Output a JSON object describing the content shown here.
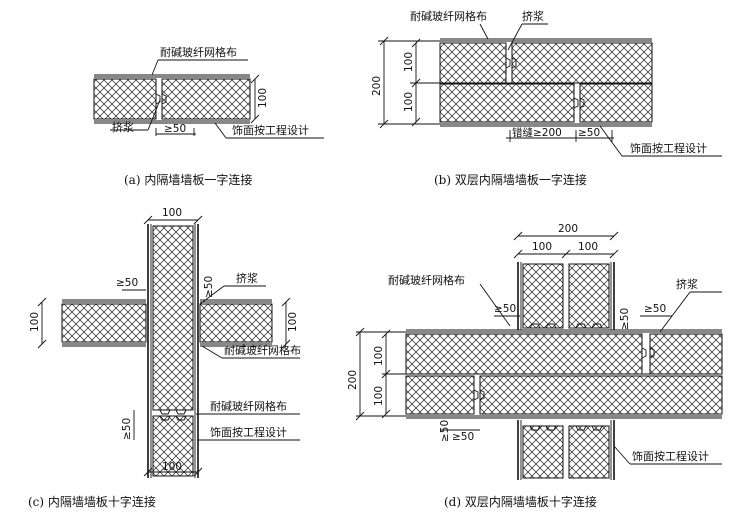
{
  "labels": {
    "mesh": "耐碱玻纤网格布",
    "grout": "挤浆",
    "finish": "饰面按工程设计",
    "stagger": "错缝≥200"
  },
  "dims": {
    "d100": "100",
    "d200": "200",
    "ge50": "≥50"
  },
  "captions": {
    "a": "(a) 内隔墙墙板一字连接",
    "b": "(b) 双层内隔墙墙板一字连接",
    "c": "(c) 内隔墙墙板十字连接",
    "d": "(d) 双层内隔墙墙板十字连接"
  }
}
